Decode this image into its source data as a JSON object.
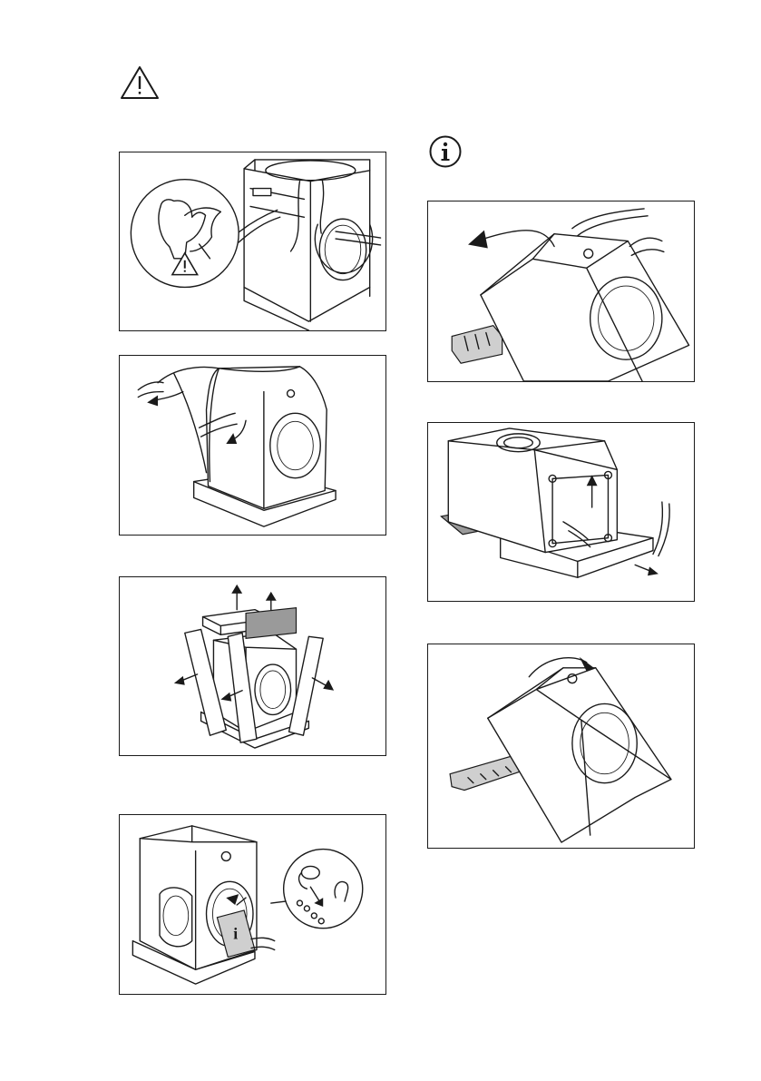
{
  "page": {
    "warning_symbol": "warning-triangle-icon",
    "info_symbol": "info-circle-icon"
  },
  "panels": [
    {
      "id": "remove-cover-gloves",
      "column": "left",
      "icons": [
        "gloves-icon",
        "warning-triangle-icon",
        "washing-machine-icon"
      ]
    },
    {
      "id": "pull-off-plastic-cover",
      "column": "left",
      "icons": [
        "washing-machine-icon",
        "arrow-icon"
      ]
    },
    {
      "id": "remove-top-and-corner-protectors",
      "column": "left",
      "icons": [
        "washing-machine-icon",
        "arrow-icon"
      ]
    },
    {
      "id": "take-out-accessories",
      "column": "left",
      "icons": [
        "washing-machine-icon",
        "accessory-bag-icon",
        "hose-icon"
      ]
    },
    {
      "id": "tilt-machine-backwards",
      "column": "right",
      "icons": [
        "washing-machine-icon",
        "rotate-arrow-icon",
        "polystyrene-block-icon"
      ]
    },
    {
      "id": "remove-bottom-base",
      "column": "right",
      "icons": [
        "washing-machine-icon",
        "arrow-icon",
        "polystyrene-block-icon"
      ]
    },
    {
      "id": "tilt-machine-upright",
      "column": "right",
      "icons": [
        "washing-machine-icon",
        "rotate-arrow-icon",
        "polystyrene-block-icon"
      ]
    }
  ]
}
